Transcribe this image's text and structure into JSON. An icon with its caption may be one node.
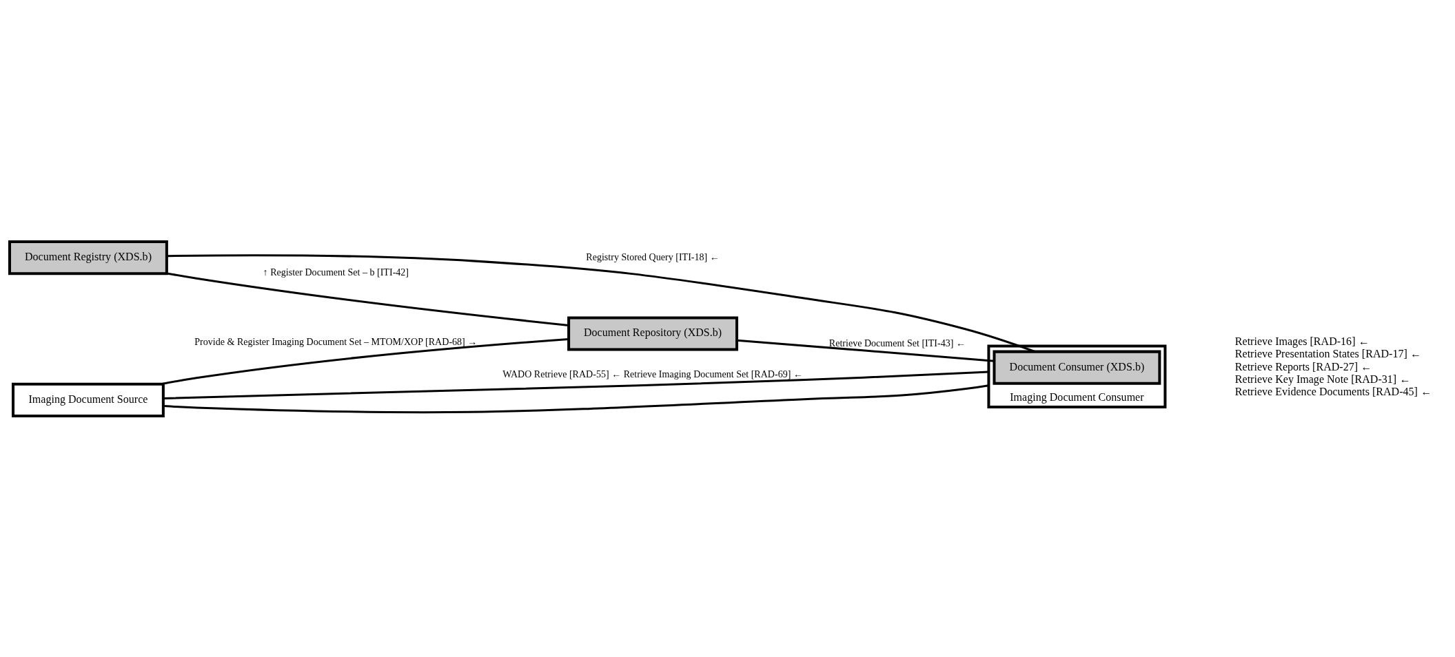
{
  "diagram": {
    "nodes": [
      {
        "text": [
          "Document Registry (XDS.b)"
        ]
      },
      {
        "text": [
          "Imaging Document Consumer"
        ]
      },
      {
        "text": [
          "Document Consumer (XDS.b)"
        ],
        "in": 1
      },
      {
        "text": [
          "Document Repository (XDS.b)"
        ]
      },
      {
        "text": [
          "Imaging Document Source"
        ]
      }
    ],
    "edges": [
      {
        "from": 0,
        "to": 2,
        "arrow": "none",
        "label": "Registry Stored Query [ITI-18] ←"
      },
      {
        "from": 0,
        "to": 3,
        "arrow": "none",
        "label": "↑ Register Document Set – b [ITI-42]"
      },
      {
        "from": 3,
        "to": 2,
        "arrow": "none",
        "label": "Retrieve Document Set [ITI-43] ←"
      },
      {
        "from": 4,
        "to": 3,
        "arrow": "none",
        "label": "Provide & Register Imaging Document Set – MTOM/XOP [RAD-68] →"
      },
      {
        "from": 4,
        "to": 1,
        "arrow": "none",
        "label": "WADO Retrieve [RAD-55] ← Retrieve Imaging Document Set [RAD-69] ←"
      },
      {
        "from": 4,
        "to": 1,
        "arrow": "none"
      }
    ],
    "labels": [
      "Retrieve Images [RAD-16] ←",
      "Retrieve Presentation States [RAD-17] ←",
      "Retrieve Reports [RAD-27] ←",
      "Retrieve Key Image Note [RAD-31] ←",
      "Retrieve Evidence Documents [RAD-45] ←"
    ]
  }
}
